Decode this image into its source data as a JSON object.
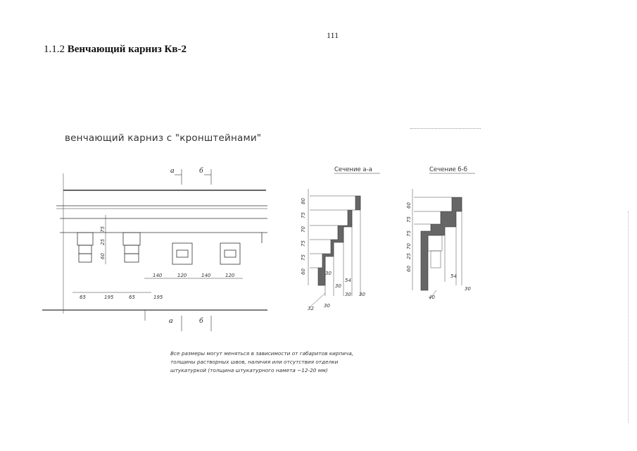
{
  "page": {
    "number": "111"
  },
  "heading": {
    "number": "1.1.2",
    "title": "Венчающий карниз Кв-2"
  },
  "drawing": {
    "title": "венчающий карниз с \"кронштейнами\"",
    "cut_marks": {
      "a": "а",
      "b": "б"
    },
    "elevation": {
      "horizontal_dims": [
        "65",
        "195",
        "65",
        "195",
        "140",
        "120",
        "140",
        "120"
      ],
      "vertical_dims": [
        "60",
        "25",
        "75"
      ]
    },
    "section_a": {
      "title": "Сечение а-а",
      "vertical_dims": [
        "80",
        "75",
        "70",
        "75",
        "75",
        "60"
      ],
      "bottom_dims": [
        "30",
        "54",
        "30",
        "30",
        "30",
        "30",
        "32"
      ]
    },
    "section_b": {
      "title": "Сечение б-б",
      "vertical_dims": [
        "60",
        "75",
        "75",
        "70",
        "25",
        "60"
      ],
      "bottom_dims": [
        "54",
        "30",
        "40"
      ]
    }
  },
  "note": {
    "lines": [
      "Все размеры могут меняться в зависимости от габаритов кирпича,",
      "толщины растворных швов, наличия или отсутствия отделки",
      "штукатуркой (толщина штукатурного намета ~12-20 мм)"
    ]
  }
}
